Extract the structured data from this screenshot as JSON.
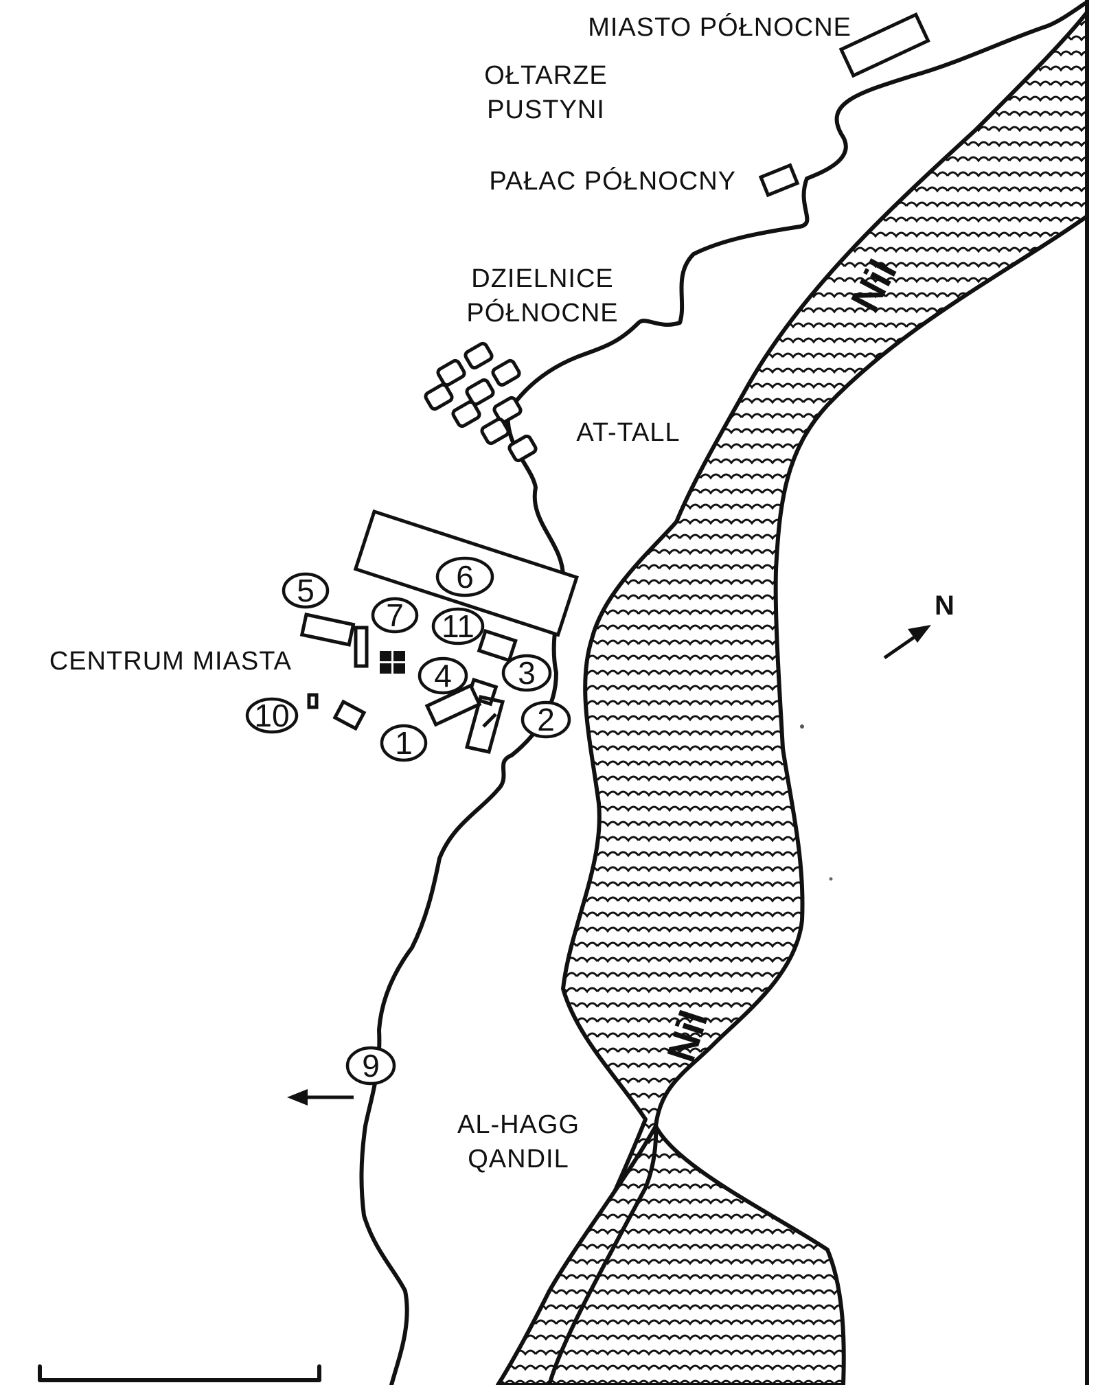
{
  "labels": {
    "miasto_polnocne": "MIASTO PÓŁNOCNE",
    "oltarze_pustyni_1": "OŁTARZE",
    "oltarze_pustyni_2": "PUSTYNI",
    "palac_polnocny": "PAŁAC PÓŁNOCNY",
    "dzielnice_polnocne_1": "DZIELNICE",
    "dzielnice_polnocne_2": "PÓŁNOCNE",
    "at_tall": "AT-TALL",
    "centrum_miasta": "CENTRUM MIASTA",
    "al_hagg_qandil_1": "AL-HAGG",
    "al_hagg_qandil_2": "QANDIL",
    "nil_north": "Nil",
    "nil_south": "Nil",
    "north_arrow": "N"
  },
  "site_markers": [
    "1",
    "2",
    "3",
    "4",
    "5",
    "6",
    "7",
    "9",
    "10",
    "11"
  ],
  "colors": {
    "ink": "#111111",
    "paper": "#ffffff"
  }
}
